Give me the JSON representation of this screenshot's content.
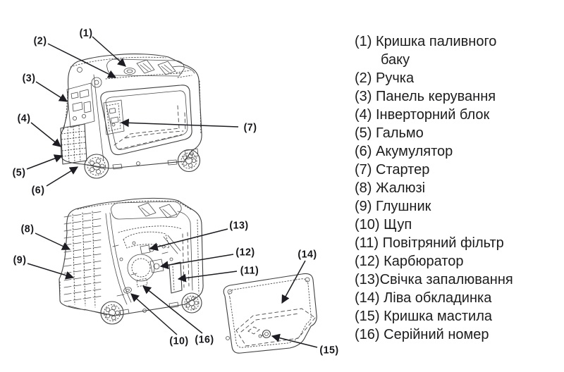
{
  "colors": {
    "background": "#ffffff",
    "line_art": "#3f3f3f",
    "callout_text": "#15151b",
    "legend_text": "#1c1c1e"
  },
  "diagram": {
    "callouts": [
      {
        "text": "(1)"
      },
      {
        "text": "(2)"
      },
      {
        "text": "(3)"
      },
      {
        "text": "(4)"
      },
      {
        "text": "(5)"
      },
      {
        "text": "(6)"
      },
      {
        "text": "(7)"
      },
      {
        "text": "(8)"
      },
      {
        "text": "(9)"
      },
      {
        "text": "(10)"
      },
      {
        "text": "(11)"
      },
      {
        "text": "(12)"
      },
      {
        "text": "(13)"
      },
      {
        "text": "(14)"
      },
      {
        "text": "(15)"
      },
      {
        "text": "(16)"
      }
    ]
  },
  "legend": {
    "items": [
      {
        "text": "(1) Кришка паливного\nбаку"
      },
      {
        "text": "(2) Ручка"
      },
      {
        "text": "(3) Панель керування"
      },
      {
        "text": "(4) Інверторний блок"
      },
      {
        "text": "(5) Гальмо"
      },
      {
        "text": "(6) Акумулятор"
      },
      {
        "text": "(7) Стартер"
      },
      {
        "text": "(8) Жалюзі"
      },
      {
        "text": "(9) Глушник"
      },
      {
        "text": "(10) Щуп"
      },
      {
        "text": "(11) Повітряний фільтр"
      },
      {
        "text": "(12) Карбюратор"
      },
      {
        "text": "(13)Свічка запалювання"
      },
      {
        "text": "(14) Ліва обкладинка"
      },
      {
        "text": "(15) Кришка мастила"
      },
      {
        "text": "(16) Серійний номер"
      }
    ]
  }
}
